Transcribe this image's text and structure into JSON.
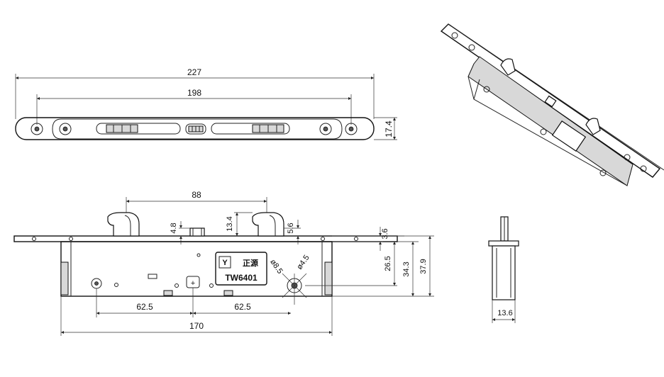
{
  "dimensions": {
    "top_overall": "227",
    "top_hole_spacing": "198",
    "top_height": "17.4",
    "front_bolt_spacing": "88",
    "front_hook_height": "13.4",
    "front_small_48": "4.8",
    "front_small_56": "5.6",
    "front_36": "3.6",
    "front_265": "26.5",
    "front_343": "34.3",
    "front_379": "37.9",
    "front_left_625": "62.5",
    "front_right_625": "62.5",
    "front_body_170": "170",
    "dia_85": "ø8.5",
    "dia_45": "ø4.5",
    "side_width": "13.6"
  },
  "label": {
    "brand_cn": "正源",
    "model": "TW6401"
  }
}
